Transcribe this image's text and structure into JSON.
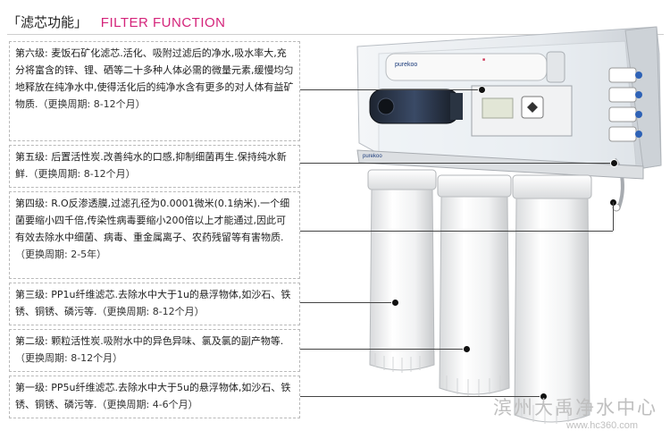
{
  "header": {
    "title_cn": "「滤芯功能」",
    "title_en": "FILTER  FUNCTION"
  },
  "stages": [
    {
      "id": "stage6",
      "label": "第六级:",
      "name": "麦饭石矿化滤芯.",
      "desc": "活化、吸附过滤后的净水,吸水率大,充分将富含的锌、锂、硒等二十多种人体必需的微量元素,缓慢均匀地释放在纯净水中,使得活化后的纯净水含有更多的对人体有益矿物质.",
      "period": "（更换周期: 8-12个月）"
    },
    {
      "id": "stage5",
      "label": "第五级:",
      "name": "后置活性炭.",
      "desc": "改善纯水的口感,抑制细菌再生.保持纯水新鲜.",
      "period": "（更换周期: 8-12个月）"
    },
    {
      "id": "stage4",
      "label": "第四级:",
      "name": "R.O反渗透膜,",
      "desc": "过滤孔径为0.0001微米(0.1纳米).一个细菌要缩小四千倍,传染性病毒要缩小200倍以上才能通过,因此可有效去除水中细菌、病毒、重金属离子、农药残留等有害物质.",
      "period": "（更换周期: 2-5年）"
    },
    {
      "id": "stage3",
      "label": "第三级:",
      "name": "PP1u纤维滤芯.",
      "desc": "去除水中大于1u的悬浮物体,如沙石、铁锈、铜锈、磷污等.",
      "period": "（更换周期: 8-12个月）"
    },
    {
      "id": "stage2",
      "label": "第二级:",
      "name": "颗粒活性炭.",
      "desc": "吸附水中的异色异味、氯及氯的副产物等.",
      "period": "（更换周期: 8-12个月）"
    },
    {
      "id": "stage1",
      "label": "第一级:",
      "name": "PP5u纤维滤芯.",
      "desc": "去除水中大于5u的悬浮物体,如沙石、铁锈、铜锈、磷污等.",
      "period": "（更换周期: 4-6个月）"
    }
  ],
  "product": {
    "brand_top": "purekoo",
    "brand_front": "purekoo"
  },
  "watermark": {
    "text": "滨州大禹净水中心",
    "url": "www.hc360.com"
  }
}
